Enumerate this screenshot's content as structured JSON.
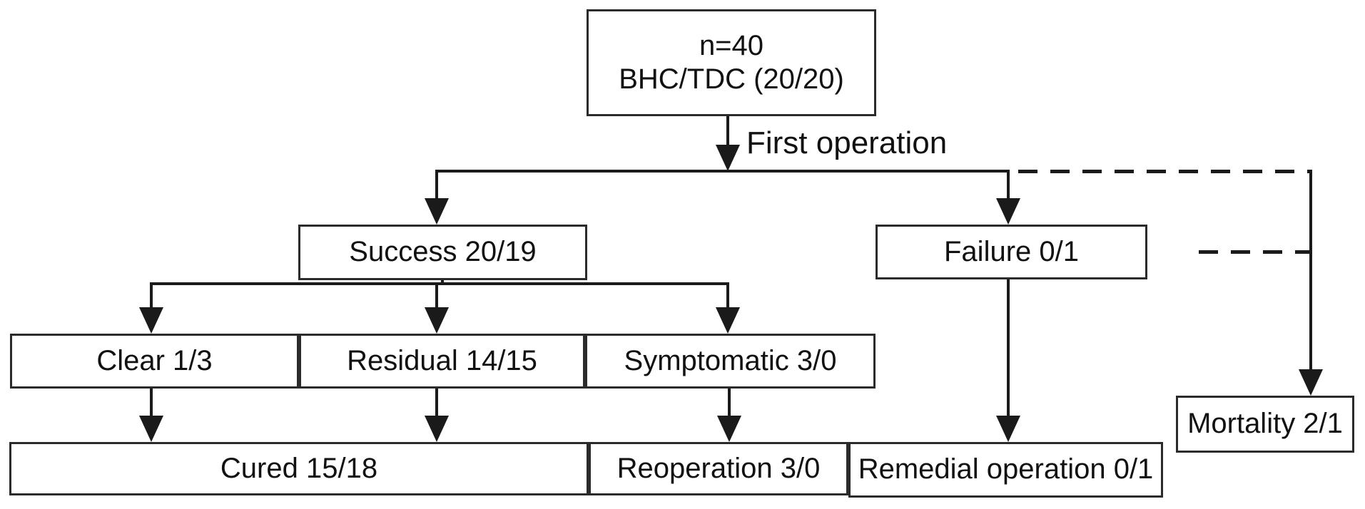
{
  "nodes": {
    "root": {
      "line1": "n=40",
      "line2": "BHC/TDC (20/20)"
    },
    "success": {
      "label": "Success 20/19"
    },
    "failure": {
      "label": "Failure 0/1"
    },
    "clear": {
      "label": "Clear 1/3"
    },
    "residual": {
      "label": "Residual 14/15"
    },
    "symptomatic": {
      "label": "Symptomatic 3/0"
    },
    "cured": {
      "label": "Cured 15/18"
    },
    "reoperation": {
      "label": "Reoperation 3/0"
    },
    "remedial": {
      "label": "Remedial operation 0/1"
    },
    "mortality": {
      "label": "Mortality 2/1"
    }
  },
  "edge_labels": {
    "first_operation": "First operation"
  },
  "colors": {
    "background": "#ffffff",
    "box_fill": "#ffffff",
    "box_border": "#2b2b2b",
    "line": "#1a1a1a",
    "text": "#111111"
  }
}
